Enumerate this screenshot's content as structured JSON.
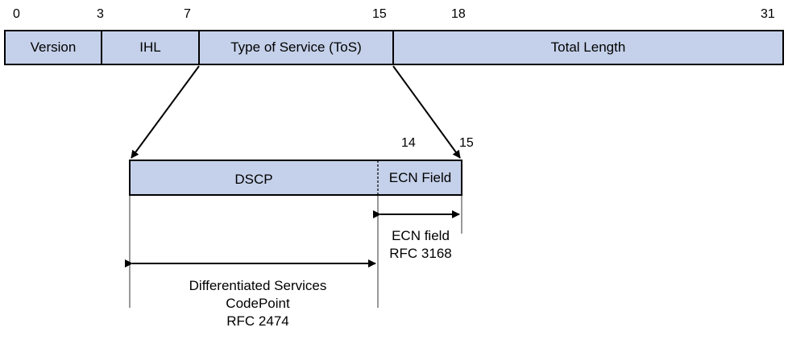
{
  "header": {
    "bit_labels": [
      "0",
      "3",
      "7",
      "15",
      "18",
      "31"
    ],
    "fields": [
      "Version",
      "IHL",
      "Type of Service (ToS)",
      "Total Length"
    ]
  },
  "tos": {
    "bit_labels": [
      "14",
      "15"
    ],
    "dscp_label": "DSCP",
    "ecn_label": "ECN Field"
  },
  "annotations": {
    "ecn_line1": "ECN field",
    "ecn_line2": "RFC 3168",
    "dscp_line1": "Differentiated Services",
    "dscp_line2": "CodePoint",
    "dscp_line3": "RFC 2474"
  },
  "colors": {
    "field_fill": "#c5d1ea",
    "stroke": "#000000"
  }
}
